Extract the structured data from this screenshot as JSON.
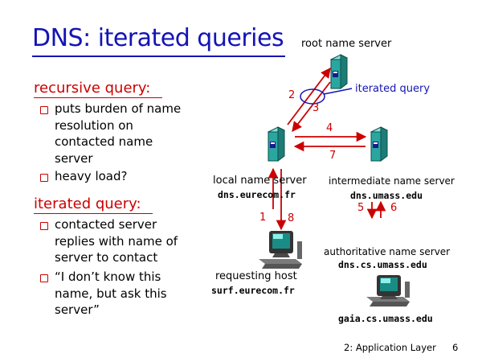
{
  "slide": {
    "title": "DNS: iterated queries",
    "sections": {
      "recursive": {
        "heading": "recursive query:",
        "bullets": [
          "puts burden of name resolution on contacted name server",
          "heavy load?"
        ],
        "bullet_lines": [
          [
            "puts burden of name",
            "resolution on",
            "contacted name",
            "server"
          ],
          [
            "heavy load?"
          ]
        ]
      },
      "iterated": {
        "heading": "iterated query:",
        "bullet_lines": [
          [
            "contacted server",
            "replies with name of",
            "server to contact"
          ],
          [
            "“I don’t know this",
            "name, but ask this",
            "server”"
          ]
        ]
      }
    },
    "diagram": {
      "root_label": "root name server",
      "iterated_query_label": "iterated query",
      "local_label": "local name server",
      "local_host": "dns.eurecom.fr",
      "intermediate_label": "intermediate name server",
      "intermediate_host": "dns.umass.edu",
      "authoritative_label": "authoritative name server",
      "authoritative_host": "dns.cs.umass.edu",
      "requesting_label": "requesting host",
      "requesting_host": "surf.eurecom.fr",
      "target_host": "gaia.cs.umass.edu",
      "steps": {
        "s1": "1",
        "s2": "2",
        "s3": "3",
        "s4": "4",
        "s5": "5",
        "s6": "6",
        "s7": "7",
        "s8": "8"
      }
    },
    "footer": {
      "chapter": "2: Application Layer",
      "page": "6"
    },
    "colors": {
      "title": "#1414b4",
      "accent": "#cc0000",
      "server": "#2aa6a0"
    }
  }
}
